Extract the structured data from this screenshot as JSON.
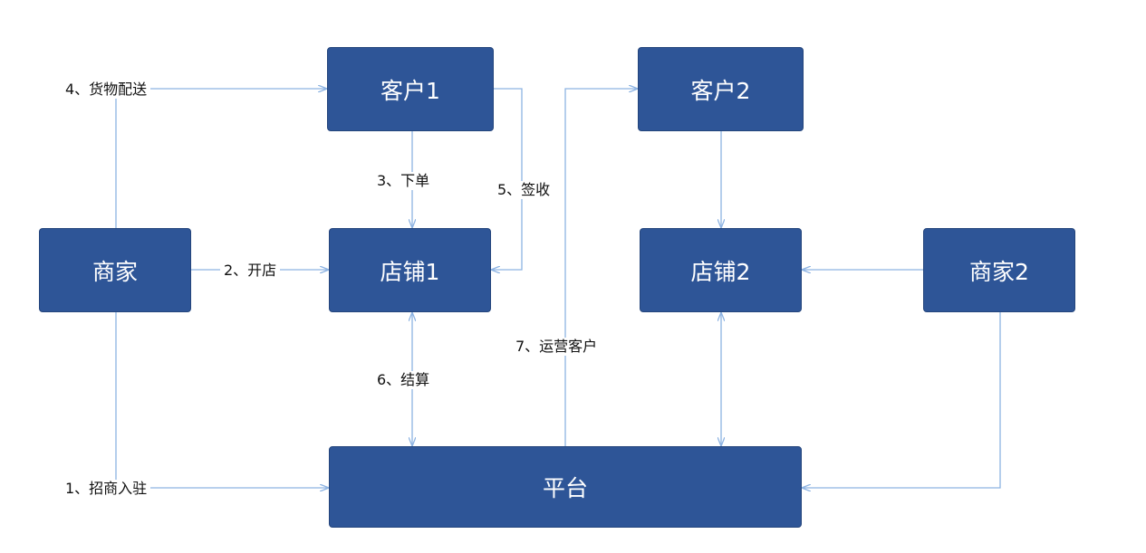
{
  "nodes": {
    "customer1": "客户1",
    "customer2": "客户2",
    "merchant": "商家",
    "store1": "店铺1",
    "store2": "店铺2",
    "merchant2": "商家2",
    "platform": "平台"
  },
  "edges": {
    "step1": "1、招商入驻",
    "step2": "2、开店",
    "step3": "3、下单",
    "step4": "4、货物配送",
    "step5": "5、签收",
    "step6": "6、结算",
    "step7": "7、运营客户"
  },
  "colors": {
    "node_fill": "#2e5597",
    "connector": "#8db3e2"
  }
}
